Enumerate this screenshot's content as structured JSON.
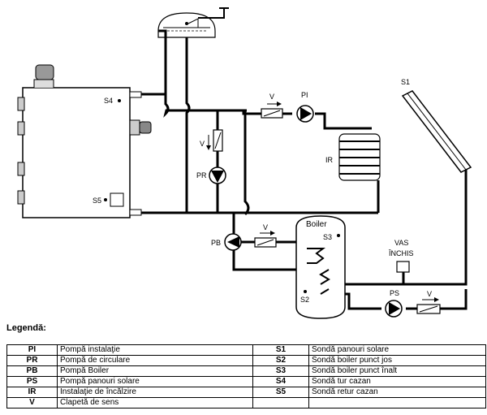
{
  "diagram": {
    "labels": {
      "S1": "S1",
      "S2": "S2",
      "S3": "S3",
      "S4": "S4",
      "S5": "S5",
      "PI": "PI",
      "PR": "PR",
      "PB": "PB",
      "PS": "PS",
      "IR": "IR",
      "V": "V",
      "boiler": "Boiler",
      "vas_line1": "VAS",
      "vas_line2": "ÎNCHIS"
    }
  },
  "legend": {
    "title": "Legendă:",
    "rows": [
      {
        "c1": "PI",
        "d1": "Pompă instalaţie",
        "c2": "S1",
        "d2": "Sondă panouri solare"
      },
      {
        "c1": "PR",
        "d1": "Pompă de circulare",
        "c2": "S2",
        "d2": "Sondă boiler punct jos"
      },
      {
        "c1": "PB",
        "d1": "Pompă Boiler",
        "c2": "S3",
        "d2": "Sondă boiler punct înalt"
      },
      {
        "c1": "PS",
        "d1": "Pompă panouri solare",
        "c2": "S4",
        "d2": "Sondă tur cazan"
      },
      {
        "c1": "IR",
        "d1": "Instalaţie de încălzire",
        "c2": "S5",
        "d2": "Sondă retur cazan"
      },
      {
        "c1": "V",
        "d1": "Clapetă de sens",
        "c2": "",
        "d2": ""
      }
    ]
  }
}
